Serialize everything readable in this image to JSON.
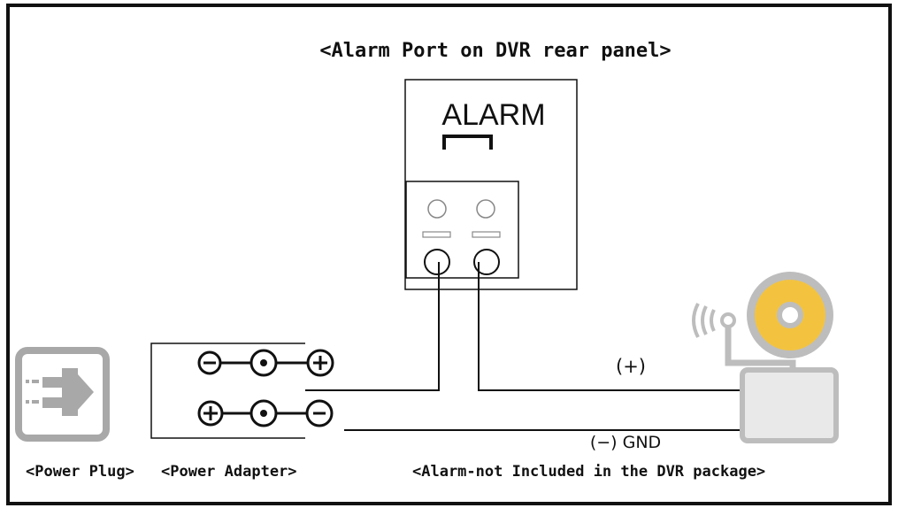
{
  "diagram": {
    "title": "<Alarm  Port on DVR rear panel>",
    "panel_label": "ALARM",
    "positive_label": "(+)",
    "gnd_label": "(−) GND",
    "captions": {
      "power_plug": "<Power Plug>",
      "power_adapter": "<Power Adapter>",
      "alarm": "<Alarm-not Included in the DVR package>"
    }
  },
  "colors": {
    "line": "#111111",
    "plug_gray": "#a8a8a8",
    "bell_yellow": "#f3c340",
    "bell_ring": "#bdbdbd",
    "box_fill": "#e9e9e9"
  }
}
